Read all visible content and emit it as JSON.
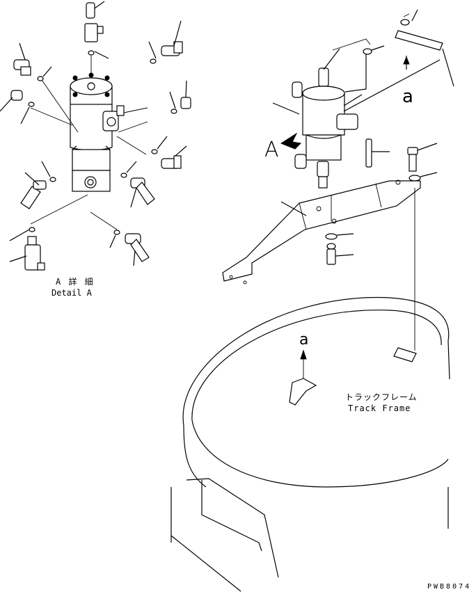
{
  "detail_title_jp": "A 詳 細",
  "detail_title_en": "Detail A",
  "view_marker": "A",
  "arrow_marker_1": "a",
  "arrow_marker_2": "a",
  "track_frame_jp": "トラックフレーム",
  "track_frame_en": "Track Frame",
  "drawing_code": "PWB8074"
}
